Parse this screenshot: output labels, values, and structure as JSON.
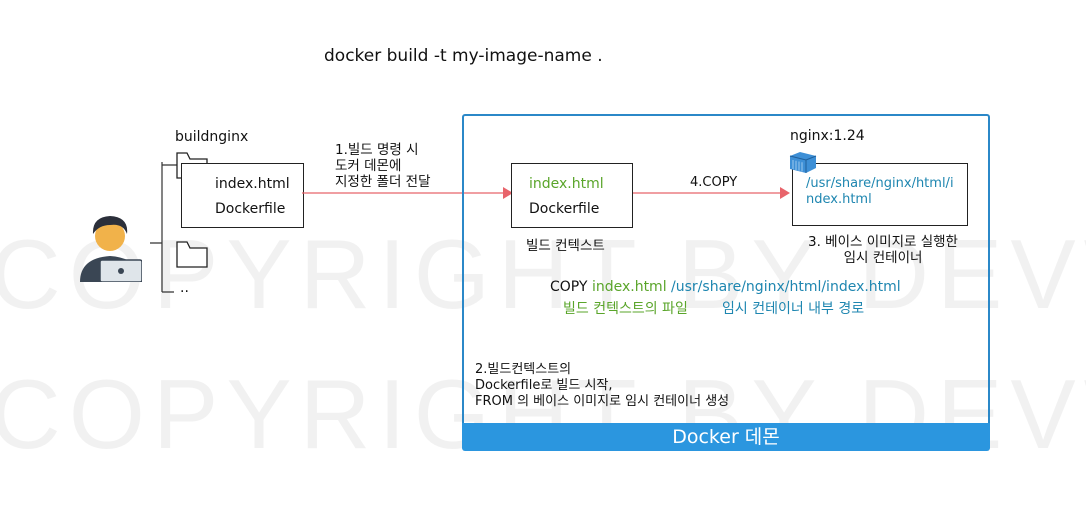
{
  "command": "docker build -t my-image-name .",
  "watermark": "COPYRIGHT BY DEVWHALE",
  "host_folder": {
    "name": "buildnginx",
    "files": [
      "index.html",
      "Dockerfile"
    ],
    "parent": ".."
  },
  "step1": [
    "1.빌드 명령 시",
    "도커 데몬에",
    "지정한 폴더 전달"
  ],
  "build_context": {
    "files": [
      "index.html",
      "Dockerfile"
    ],
    "label": "빌드 컨텍스트"
  },
  "step4": "4.COPY",
  "container": {
    "image": "nginx:1.24",
    "path_lines": [
      "/usr/share/nginx/html/i",
      "ndex.html"
    ],
    "caption": [
      "3. 베이스 이미지로 실행한",
      "임시 컨테이너"
    ]
  },
  "copy_cmd": {
    "keyword": "COPY",
    "src": "index.html",
    "dest": "/usr/share/nginx/html/index.html",
    "src_label": "빌드 컨텍스트의 파일",
    "dest_label": "임시 컨테이너 내부 경로"
  },
  "step2": [
    "2.빌드컨텍스트의",
    "Dockerfile로 빌드 시작,",
    "FROM 의 베이스 이미지로 임시 컨테이너 생성"
  ],
  "daemon_label": "Docker 데몬",
  "colors": {
    "accent": "#2b96df",
    "green": "#5aa52a",
    "teal": "#1e86b0",
    "arrow": "#e8646b"
  }
}
